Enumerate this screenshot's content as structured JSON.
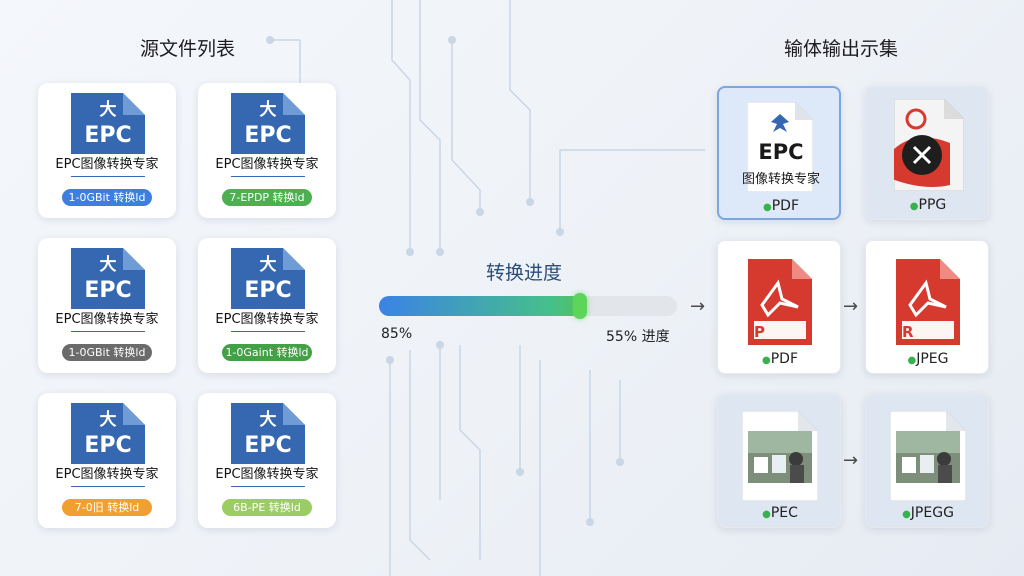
{
  "sections": {
    "source_title": "源文件列表",
    "output_title": "输体输出示集"
  },
  "source_files": [
    {
      "mark": "大",
      "ext": "EPC",
      "app_label": "EPC图像转换专家",
      "badge": "1-0GBit 转换ld",
      "badge_color": "#3d7fe0"
    },
    {
      "mark": "大",
      "ext": "EPC",
      "app_label": "EPC图像转换专家",
      "badge": "7-EPDP 转换ld",
      "badge_color": "#4caf50"
    },
    {
      "mark": "大",
      "ext": "EPC",
      "app_label": "EPC图像转换专家",
      "badge": "1-0GBit 转换ld",
      "badge_color": "#6b6b6b"
    },
    {
      "mark": "大",
      "ext": "EPC",
      "app_label": "EPC图像转换专家",
      "badge": "1-0Gaint 转换ld",
      "badge_color": "#43a047"
    },
    {
      "mark": "大",
      "ext": "EPC",
      "app_label": "EPC图像转换专家",
      "badge": "7-0旧 转换ld",
      "badge_color": "#f0a030"
    },
    {
      "mark": "大",
      "ext": "EPC",
      "app_label": "EPC图像转换专家",
      "badge": "6B-PE 转换ld",
      "badge_color": "#9ccc65"
    }
  ],
  "progress": {
    "title": "转换进度",
    "value_percent": 68,
    "left_label": "85%",
    "right_label": "55% 进度"
  },
  "arrows": {
    "glyph": "→"
  },
  "outputs": [
    {
      "type": "epc-doc",
      "label": "PDF",
      "doc_mark": "EPC",
      "doc_text": "图像转换专家",
      "selected": true
    },
    {
      "type": "ppt-doc",
      "label": "PPG",
      "selected": false
    },
    {
      "type": "pdf-doc",
      "label": "PDF",
      "doc_letter": "P",
      "selected": false
    },
    {
      "type": "pdf-doc",
      "label": "JPEG",
      "doc_letter": "R",
      "selected": false
    },
    {
      "type": "photo-doc",
      "label": "PEC",
      "selected": false
    },
    {
      "type": "photo-doc",
      "label": "JPEGG",
      "selected": false
    }
  ],
  "colors": {
    "doc_blue": "#3568b0",
    "doc_blue_fold": "#6f9bd6",
    "pdf_red": "#d63a2f",
    "selected_border": "#7aa7e0"
  }
}
